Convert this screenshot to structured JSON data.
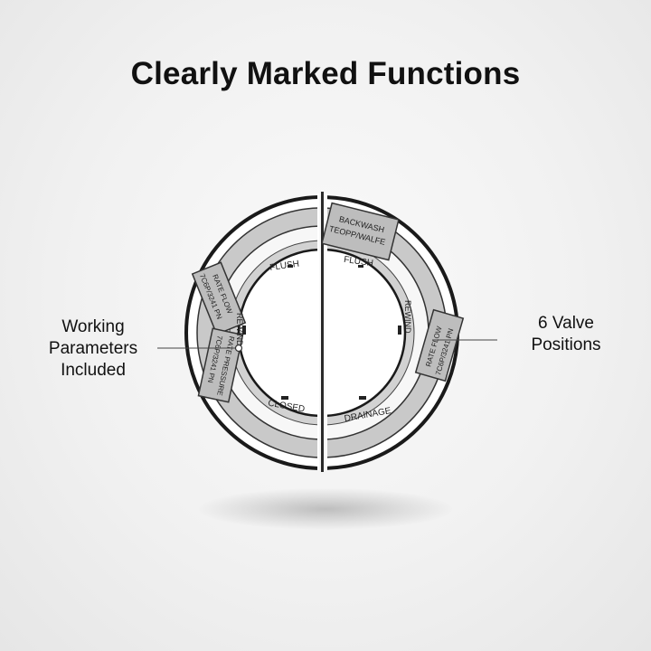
{
  "title": "Clearly Marked Functions",
  "callouts": {
    "left": [
      "Working",
      "Parameters",
      "Included"
    ],
    "right": [
      "6 Valve",
      "Positions"
    ]
  },
  "valve_dial": {
    "position_labels": {
      "flush_left": "FLUSH",
      "flush_right": "FLUSH",
      "rewind_left": "REWIND",
      "rewind_right": "REWIND",
      "closed": "CLOSED",
      "drainage": "DRAINAGE"
    },
    "label_plates": {
      "top_right": [
        "BACKWASH",
        "TEOPP/WALFE"
      ],
      "upper_left": [
        "RATE FLOW",
        "7C6P/3241 PN"
      ],
      "lower_left": [
        "RATE PRESSURE",
        "7C6P/3241 PN"
      ],
      "right": [
        "RATE FLOW",
        "7C6P/3241 PN"
      ]
    }
  }
}
